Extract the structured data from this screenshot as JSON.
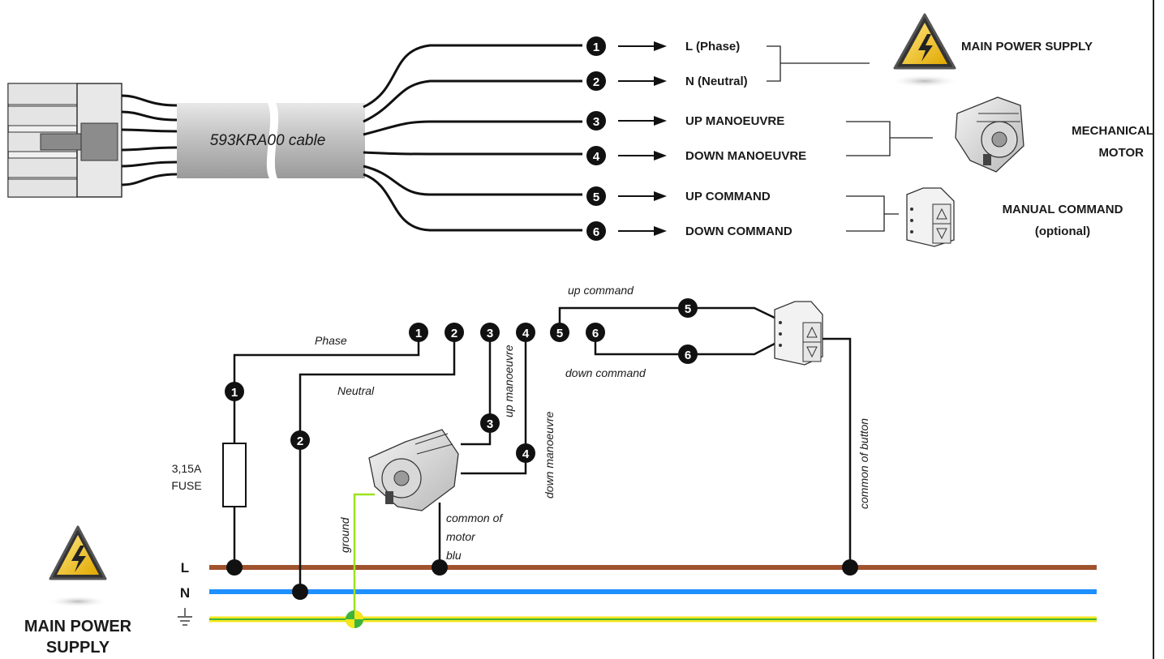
{
  "cable": {
    "name": "593KRA00 cable"
  },
  "wires": [
    {
      "num": "1",
      "label": "L (Phase)"
    },
    {
      "num": "2",
      "label": "N (Neutral)"
    },
    {
      "num": "3",
      "label": "UP MANOEUVRE"
    },
    {
      "num": "4",
      "label": "DOWN MANOEUVRE"
    },
    {
      "num": "5",
      "label": "UP COMMAND"
    },
    {
      "num": "6",
      "label": "DOWN COMMAND"
    }
  ],
  "groups": {
    "power": "MAIN POWER SUPPLY",
    "motor_line1": "MECHANICAL",
    "motor_line2": "MOTOR",
    "command_line1": "MANUAL COMMAND",
    "command_line2": "(optional)"
  },
  "schematic": {
    "phase": "Phase",
    "neutral": "Neutral",
    "up_manoeuvre": "up manoeuvre",
    "down_manoeuvre": "down manoeuvre",
    "up_command": "up command",
    "down_command": "down command",
    "common_button": "common of button",
    "common_motor_1": "common of",
    "common_motor_2": "motor",
    "common_motor_3": "blu",
    "ground": "ground",
    "fuse_line1": "3,15A",
    "fuse_line2": "FUSE",
    "bus_L": "L",
    "bus_N": "N",
    "supply_line1": "MAIN POWER",
    "supply_line2": "SUPPLY"
  },
  "colors": {
    "live": "#a0522d",
    "neutral": "#1e90ff",
    "earth_yellow": "#f5e61e",
    "earth_green": "#3cb43c",
    "wire": "#111111"
  }
}
